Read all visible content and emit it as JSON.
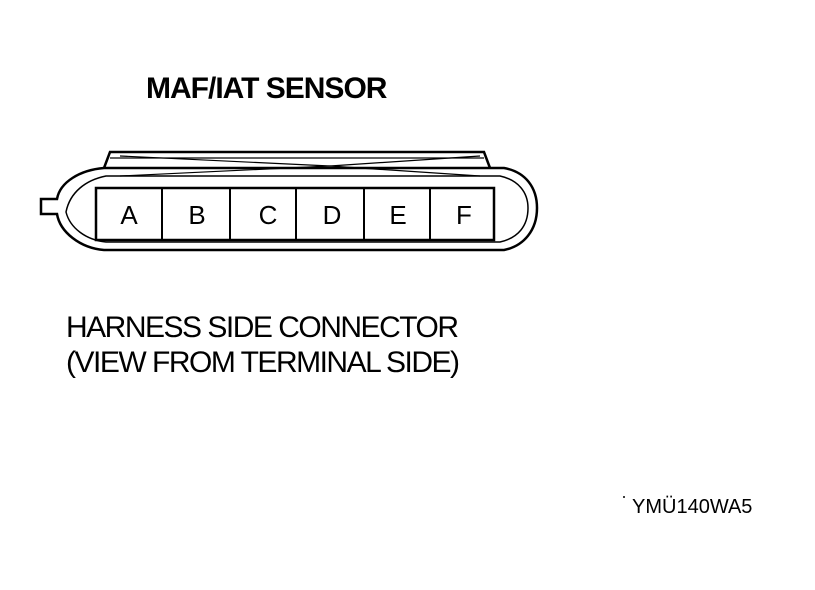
{
  "title": "MAF/IAT SENSOR",
  "connector": {
    "pins": [
      "A",
      "B",
      "C",
      "D",
      "E",
      "F"
    ]
  },
  "caption": {
    "line1": "HARNESS SIDE CONNECTOR",
    "line2": "(VIEW FROM TERMINAL SIDE)"
  },
  "figure_code": "YMÜ140WA5",
  "colors": {
    "ink": "#000000",
    "background": "#ffffff"
  }
}
